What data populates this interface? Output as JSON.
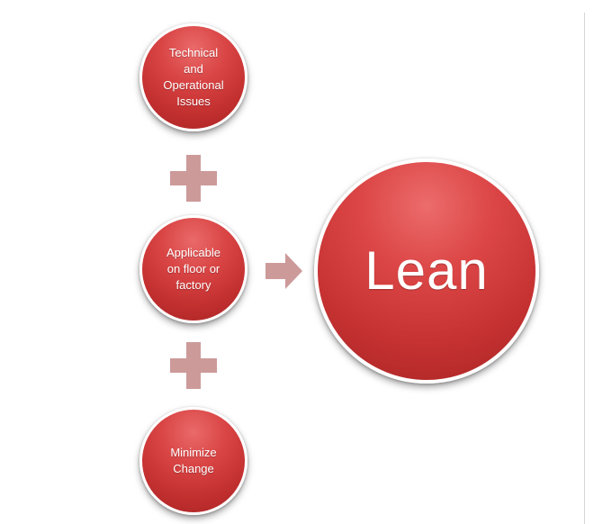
{
  "colors": {
    "circle_fill": "#d94444",
    "circle_border": "#ffffff",
    "operator_fill": "#cd9a9a",
    "background": "#ffffff"
  },
  "inputs": [
    {
      "label": "Technical\nand\nOperational\nIssues"
    },
    {
      "label": "Applicable\non floor or\nfactory"
    },
    {
      "label": "Minimize\nChange"
    }
  ],
  "operators": [
    {
      "icon": "plus-icon"
    },
    {
      "icon": "plus-icon"
    },
    {
      "icon": "right-arrow-icon"
    }
  ],
  "result": {
    "label": "Lean"
  }
}
